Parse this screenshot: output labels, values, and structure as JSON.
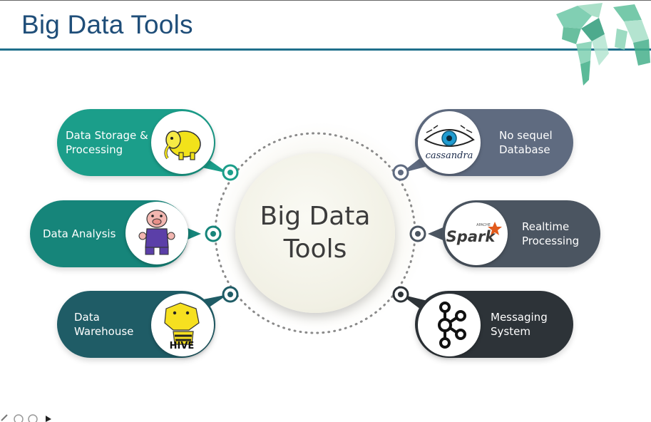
{
  "header": {
    "title": "Big Data Tools"
  },
  "center": {
    "line1": "Big Data",
    "line2": "Tools"
  },
  "left_items": [
    {
      "label": "Data Storage &\nProcessing",
      "icon": "hadoop-elephant-icon",
      "color": "#1b9e8a"
    },
    {
      "label": "Data Analysis",
      "icon": "pig-icon",
      "color": "#16857a"
    },
    {
      "label": "Data\nWarehouse",
      "icon": "hive-icon",
      "color": "#1f5c66"
    }
  ],
  "right_items": [
    {
      "label": "No sequel\nDatabase",
      "icon": "cassandra-eye-icon",
      "color": "#5f6b80"
    },
    {
      "label": "Realtime\nProcessing",
      "icon": "spark-icon",
      "color": "#4b5561"
    },
    {
      "label": "Messaging\nSystem",
      "icon": "kafka-icon",
      "color": "#2d3338"
    }
  ],
  "logos": {
    "cassandra": "cassandra",
    "spark_small": "APACHE",
    "spark": "Spark",
    "hive": "HIVE"
  },
  "colors": {
    "title": "#1f4e79",
    "rule": "#1f6f8b",
    "dots": "#7a7a7a"
  }
}
